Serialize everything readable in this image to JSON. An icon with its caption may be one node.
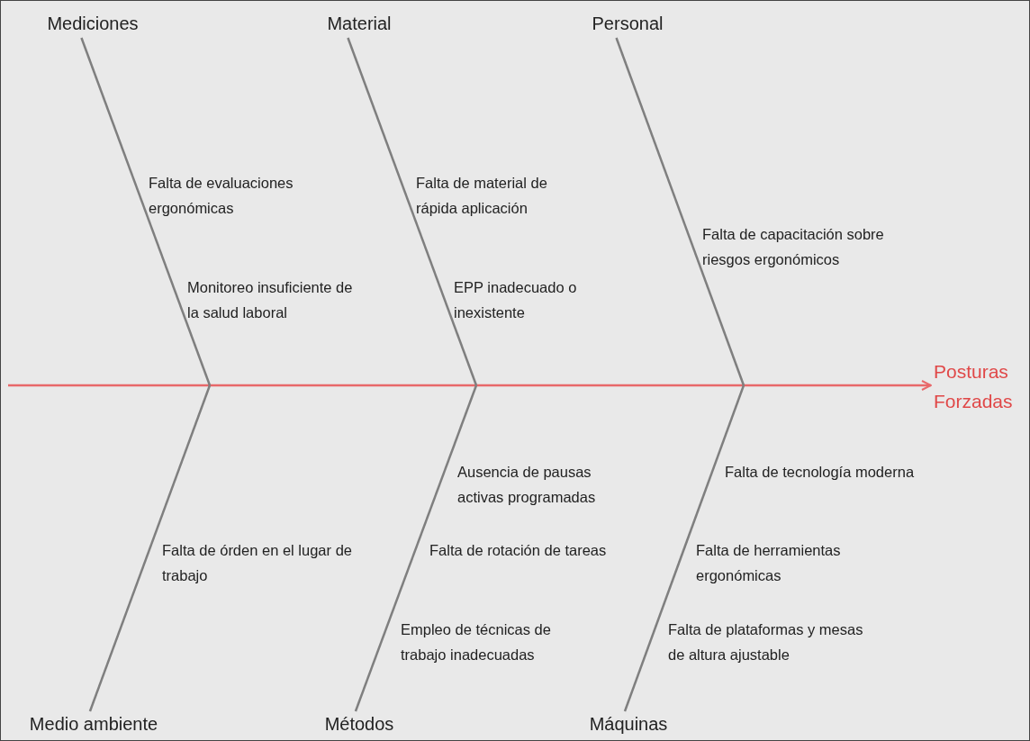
{
  "diagram": {
    "nodes": [
      {
        "text": [
          "Mediciones"
        ]
      },
      {
        "text": [
          "Material"
        ]
      },
      {
        "text": [
          "Personal"
        ]
      },
      {
        "text": [
          "Medio ambiente"
        ]
      },
      {
        "text": [
          "Métodos"
        ]
      },
      {
        "text": [
          "Máquinas"
        ]
      },
      {
        "text": [
          "Posturas Forzadas"
        ]
      }
    ],
    "edges": [
      {
        "from": null,
        "to": 6,
        "arrow": "to",
        "color": "#e8686a"
      },
      {
        "from": 0,
        "to": null,
        "arrow": "none"
      },
      {
        "from": 1,
        "to": null,
        "arrow": "none"
      },
      {
        "from": 2,
        "to": null,
        "arrow": "none"
      },
      {
        "from": 3,
        "to": null,
        "arrow": "none"
      },
      {
        "from": 4,
        "to": null,
        "arrow": "none"
      },
      {
        "from": 5,
        "to": null,
        "arrow": "none"
      }
    ],
    "labels": [
      "Falta de evaluaciones ergonómicas",
      "Falta de material de rápida aplicación",
      "Falta de capacitación sobre riesgos ergonómicos",
      "Monitoreo insuficiente de la salud laboral",
      "EPP inadecuado o inexistente",
      "Ausencia de pausas activas programadas",
      "Falta de tecnología moderna",
      "Falta de órden en el lugar de trabajo",
      "Falta de rotación de tareas",
      "Falta de herramientas ergonómicas",
      "Empleo de técnicas de trabajo inadecuadas",
      "Falta de plataformas y mesas de altura ajustable"
    ]
  }
}
